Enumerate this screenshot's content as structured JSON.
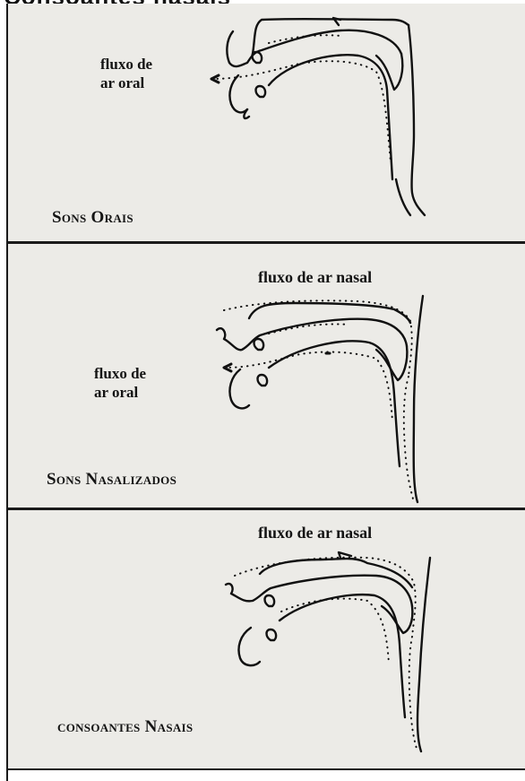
{
  "header": {
    "cut_title": "Consoantes nasais"
  },
  "panels": [
    {
      "airflow_label": "fluxo de ar oral",
      "caption": "Sons Orais"
    },
    {
      "nasal_label": "fluxo de ar nasal",
      "airflow_label": "fluxo de ar oral",
      "caption": "Sons Nasalizados"
    },
    {
      "nasal_label": "fluxo de ar nasal",
      "caption": "consoantes Nasais"
    }
  ]
}
